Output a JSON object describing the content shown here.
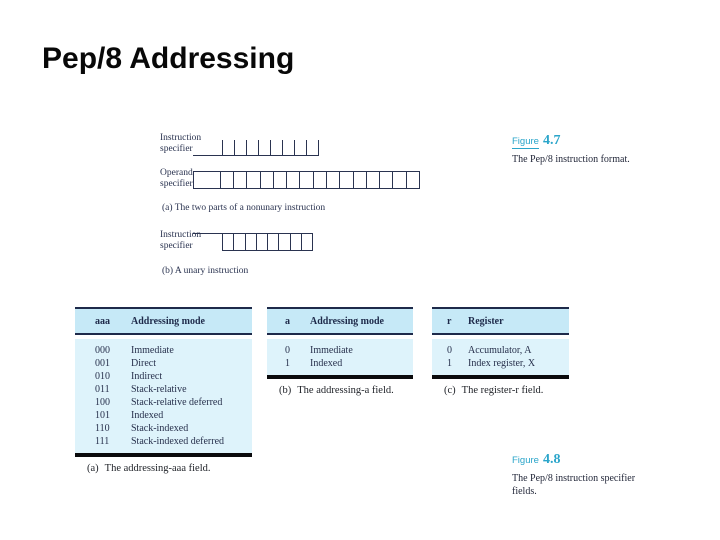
{
  "slide": {
    "title": "Pep/8 Addressing"
  },
  "colors": {
    "teal": "#2aa5ca",
    "table_header_bg": "#c6e9f7",
    "table_body_bg": "#def3fb",
    "rule_navy": "#1e2a4a",
    "bottom_bar": "#0a0a0c"
  },
  "figure47": {
    "label_word": "Figure",
    "number": "4.7",
    "caption": "The Pep/8 instruction format.",
    "nonunary": {
      "instruction_label_line1": "Instruction",
      "instruction_label_line2": "specifier",
      "instruction_bits": 8,
      "operand_label_line1": "Operand",
      "operand_label_line2": "specifier",
      "operand_bits": 16,
      "caption": "(a) The two parts of a nonunary instruction"
    },
    "unary": {
      "instruction_label_line1": "Instruction",
      "instruction_label_line2": "specifier",
      "instruction_bits": 8,
      "caption": "(b) A unary instruction"
    }
  },
  "figure48": {
    "label_word": "Figure",
    "number": "4.8",
    "caption_line1": "The Pep/8 instruction specifier",
    "caption_line2": "fields."
  },
  "tables": [
    {
      "col1": "aaa",
      "col2": "Addressing mode",
      "rows": [
        [
          "000",
          "Immediate"
        ],
        [
          "001",
          "Direct"
        ],
        [
          "010",
          "Indirect"
        ],
        [
          "011",
          "Stack-relative"
        ],
        [
          "100",
          "Stack-relative deferred"
        ],
        [
          "101",
          "Indexed"
        ],
        [
          "110",
          "Stack-indexed"
        ],
        [
          "111",
          "Stack-indexed deferred"
        ]
      ],
      "caption_prefix": "(a)",
      "caption_text": "The addressing-aaa field."
    },
    {
      "col1": "a",
      "col2": "Addressing mode",
      "rows": [
        [
          "0",
          "Immediate"
        ],
        [
          "1",
          "Indexed"
        ]
      ],
      "caption_prefix": "(b)",
      "caption_text": "The addressing-a field."
    },
    {
      "col1": "r",
      "col2": "Register",
      "rows": [
        [
          "0",
          "Accumulator, A"
        ],
        [
          "1",
          "Index register, X"
        ]
      ],
      "caption_prefix": "(c)",
      "caption_text": "The register-r field."
    }
  ]
}
